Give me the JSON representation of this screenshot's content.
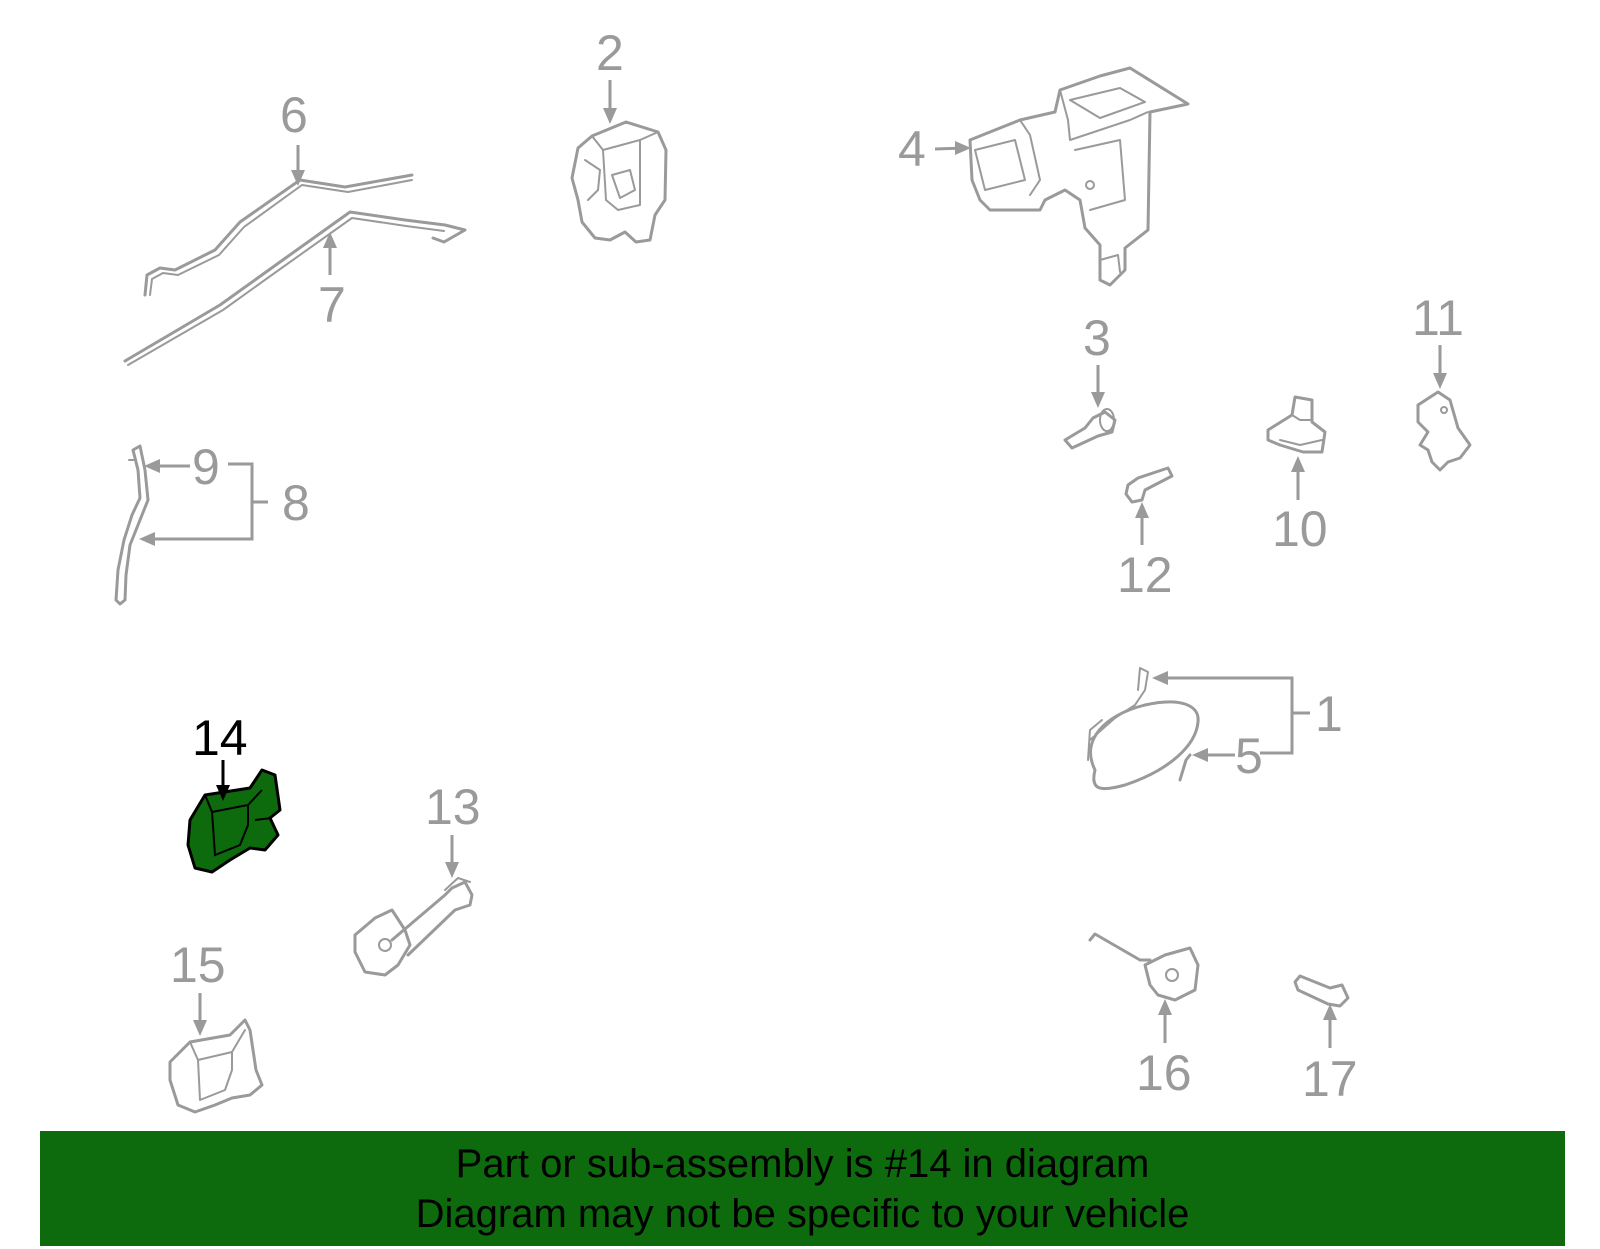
{
  "colors": {
    "part_gray": "#9a9a9a",
    "highlight_fill": "#0d6b0d",
    "highlight_text": "#000000",
    "banner_bg": "#0d6b0d"
  },
  "callouts": {
    "c1": "1",
    "c2": "2",
    "c3": "3",
    "c4": "4",
    "c5": "5",
    "c6": "6",
    "c7": "7",
    "c8": "8",
    "c9": "9",
    "c10": "10",
    "c11": "11",
    "c12": "12",
    "c13": "13",
    "c14": "14",
    "c15": "15",
    "c16": "16",
    "c17": "17"
  },
  "highlighted_part": "14",
  "banner": {
    "line1": "Part or sub-assembly is #14 in diagram",
    "line2": "Diagram may not be specific to your vehicle"
  }
}
